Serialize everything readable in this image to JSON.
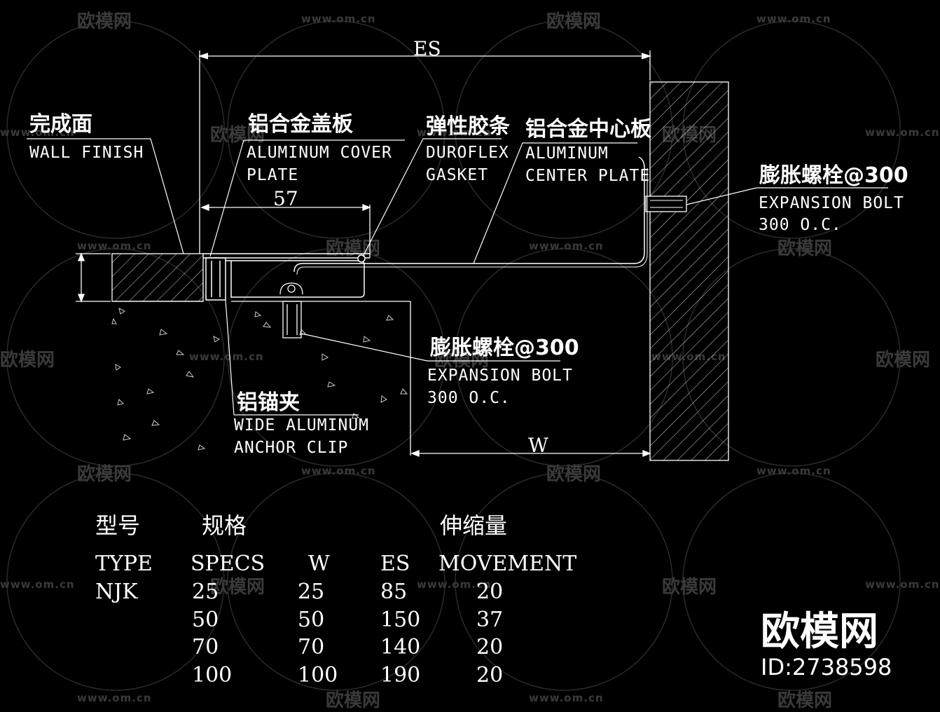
{
  "labels": {
    "wall_finish_cn": "完成面",
    "wall_finish_en": "WALL FINISH",
    "cover_plate_cn": "铝合金盖板",
    "cover_plate_en_1": "ALUMINUM COVER",
    "cover_plate_en_2": "PLATE",
    "gasket_cn": "弹性胶条",
    "gasket_en_1": "DUROFLEX",
    "gasket_en_2": "GASKET",
    "center_plate_cn": "铝合金中心板",
    "center_plate_en_1": "ALUMINUM",
    "center_plate_en_2": "CENTER PLATE",
    "bolt_right_cn": "膨胀螺栓@300",
    "bolt_right_en_1": "EXPANSION BOLT",
    "bolt_right_en_2": "300 O.C.",
    "bolt_mid_cn": "膨胀螺栓@300",
    "bolt_mid_en_1": "EXPANSION BOLT",
    "bolt_mid_en_2": "300 O.C.",
    "clip_cn": "铝锚夹",
    "clip_en_1": "WIDE ALUMINUM",
    "clip_en_2": "ANCHOR CLIP"
  },
  "dimensions": {
    "es": "ES",
    "cover_width": "57",
    "w": "W"
  },
  "table": {
    "headers_cn": [
      "型号",
      "规格",
      "伸缩量"
    ],
    "headers_en": [
      "TYPE",
      "SPECS",
      "W",
      "ES",
      "MOVEMENT"
    ],
    "type": "NJK",
    "rows": [
      {
        "specs": "25",
        "w": "25",
        "es": "85",
        "movement": "20"
      },
      {
        "specs": "50",
        "w": "50",
        "es": "150",
        "movement": "37"
      },
      {
        "specs": "70",
        "w": "70",
        "es": "140",
        "movement": "20"
      },
      {
        "specs": "100",
        "w": "100",
        "es": "190",
        "movement": "20"
      }
    ]
  },
  "watermark": {
    "url": "www.om.cn",
    "logo": "欧模网"
  },
  "brand": {
    "name": "欧模网",
    "id": "ID:2738598"
  }
}
